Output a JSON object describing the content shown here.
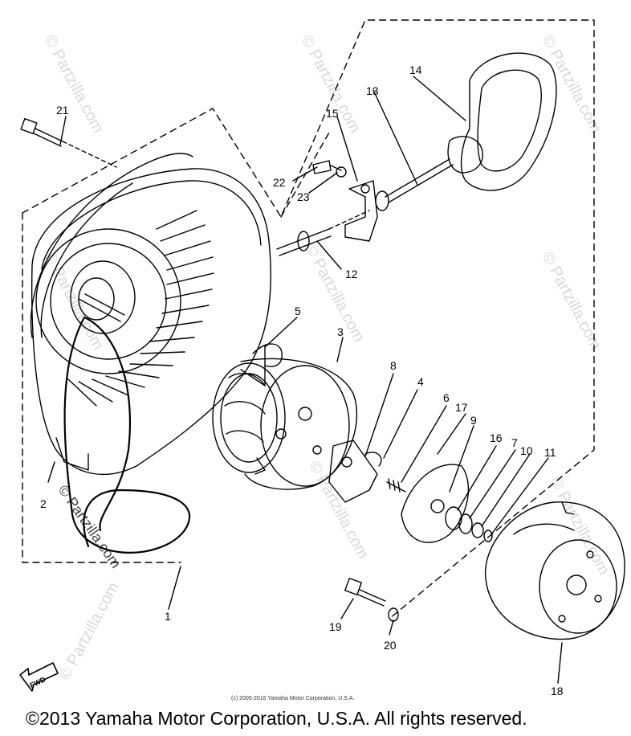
{
  "watermark": {
    "text": "© Partzilla.com"
  },
  "callouts": [
    "1",
    "2",
    "3",
    "4",
    "5",
    "6",
    "7",
    "8",
    "9",
    "10",
    "11",
    "12",
    "13",
    "14",
    "15",
    "16",
    "17",
    "18",
    "19",
    "20",
    "21",
    "22",
    "23"
  ],
  "fwd_label": "FWD",
  "footer": {
    "small_copyright": "(c) 2005-2016 Yamaha Motor Corporation, U.S.A.",
    "copyright": "©2013 Yamaha Motor Corporation, U.S.A. All rights reserved."
  }
}
